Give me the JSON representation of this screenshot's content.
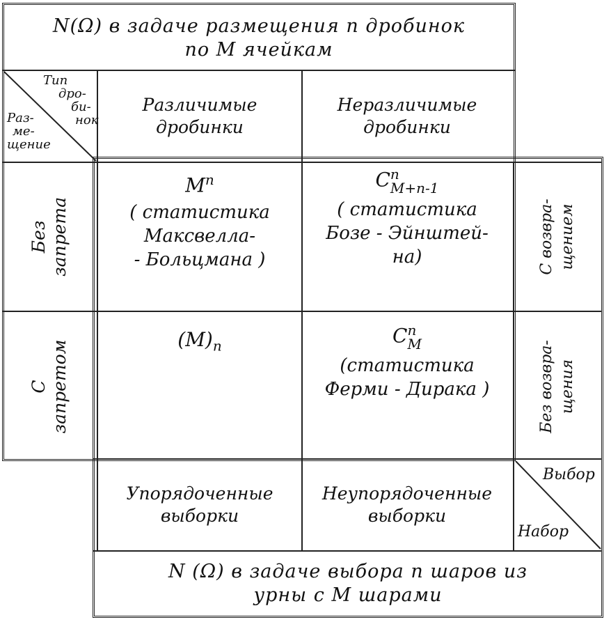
{
  "top": {
    "title_line1": "N(Ω)  в  задаче  размещения  n  дробинок",
    "title_line2": "по  М  ячейкам"
  },
  "corner_top": {
    "col_label_l1": "Тип",
    "col_label_l2": "дро-",
    "col_label_l3": "би-",
    "col_label_l4": "нок",
    "row_label_l1": "Раз-",
    "row_label_l2": "ме-",
    "row_label_l3": "щение"
  },
  "columns": {
    "distinct_l1": "Различимые",
    "distinct_l2": "дробинки",
    "indistinct_l1": "Неразличимые",
    "indistinct_l2": "дробинки"
  },
  "rows_left": {
    "no_ban_l1": "Без",
    "no_ban_l2": "запрета",
    "ban_l1": "С",
    "ban_l2": "запретом"
  },
  "rows_right": {
    "with_return_l1": "С  возвра-",
    "with_return_l2": "щением",
    "without_return_l1": "Без  возвра-",
    "without_return_l2": "щения"
  },
  "cells": {
    "mb_base": "M",
    "mb_sup": "n",
    "mb_l1": "( статистика",
    "mb_l2": "Максвелла-",
    "mb_l3": "- Больцмана )",
    "be_base": "C",
    "be_sup": "n",
    "be_sub": "M+n-1",
    "be_l1": "( статистика",
    "be_l2": "Бозе - Эйнштей-",
    "be_l3": "на)",
    "fall_base": "(M)",
    "fall_sub": "n",
    "fd_base": "C",
    "fd_sup": "n",
    "fd_sub": "M",
    "fd_l1": "(статистика",
    "fd_l2": "Ферми - Дирака )"
  },
  "bottom_headers": {
    "ordered_l1": "Упорядоченные",
    "ordered_l2": "выборки",
    "unordered_l1": "Неупорядоченные",
    "unordered_l2": "выборки"
  },
  "corner_bottom": {
    "choice": "Выбор",
    "set": "Набор"
  },
  "bottom": {
    "title_line1": "N (Ω)  в  задаче   выбора  n  шаров    из",
    "title_line2": "урны   с   М   шарами"
  }
}
